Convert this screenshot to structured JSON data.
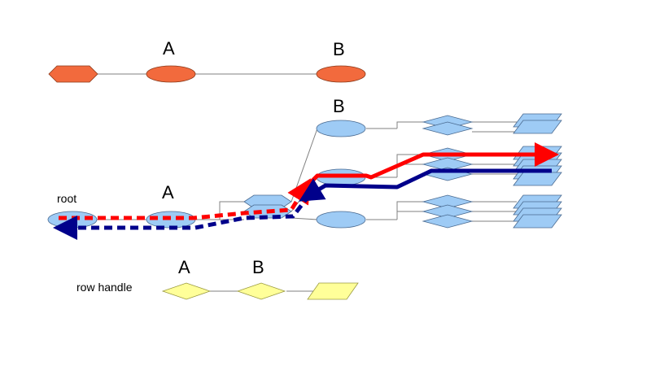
{
  "top_row": {
    "label_a": "A",
    "label_b": "B",
    "color": "#f26a3d"
  },
  "tree": {
    "root_label": "root",
    "label_a": "A",
    "label_b": "B",
    "node_color": "#9ecbf5",
    "forward_path_color": "#ff0000",
    "return_path_color": "#00008b"
  },
  "row_handle": {
    "caption": "row handle",
    "label_a": "A",
    "label_b": "B",
    "color": "#ffff99"
  }
}
